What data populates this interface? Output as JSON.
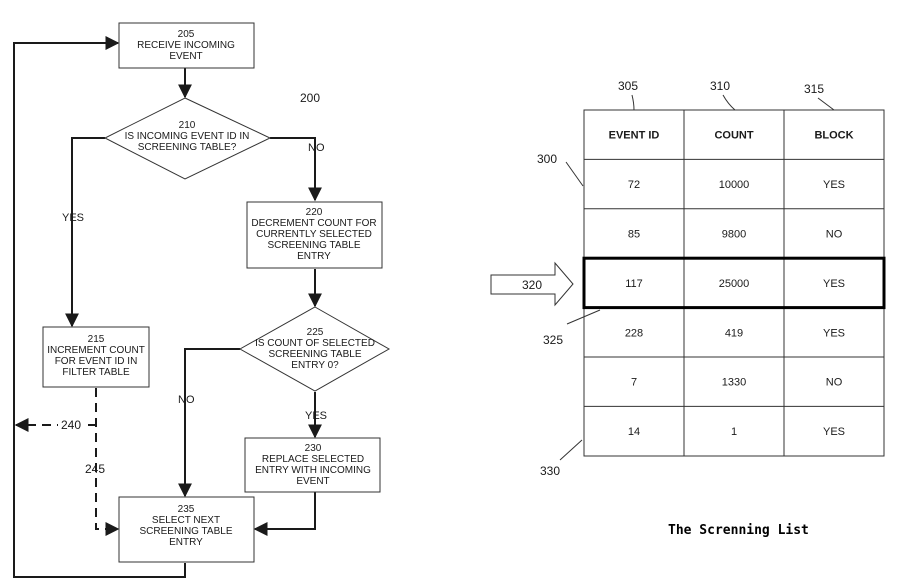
{
  "flowchart": {
    "figure_ref": "200",
    "nodes": {
      "n205": {
        "number": "205",
        "lines": [
          "RECEIVE INCOMING",
          "EVENT"
        ]
      },
      "n210": {
        "number": "210",
        "lines": [
          "IS INCOMING EVENT ID IN",
          "SCREENING TABLE?"
        ]
      },
      "n215": {
        "number": "215",
        "lines": [
          "INCREMENT COUNT",
          "FOR EVENT ID  IN",
          "FILTER TABLE"
        ]
      },
      "n220": {
        "number": "220",
        "lines": [
          "DECREMENT COUNT FOR",
          "CURRENTLY SELECTED",
          "SCREENING TABLE",
          "ENTRY"
        ]
      },
      "n225": {
        "number": "225",
        "lines": [
          "IS COUNT OF SELECTED",
          "SCREENING TABLE",
          "ENTRY 0?"
        ]
      },
      "n230": {
        "number": "230",
        "lines": [
          "REPLACE SELECTED",
          "ENTRY WITH INCOMING",
          "EVENT"
        ]
      },
      "n235": {
        "number": "235",
        "lines": [
          "SELECT NEXT",
          "SCREENING TABLE",
          "ENTRY"
        ]
      }
    },
    "edge_labels": {
      "yes_210": "YES",
      "no_210": "NO",
      "yes_225": "YES",
      "no_225": "NO",
      "ref_240": "240",
      "ref_245": "245"
    }
  },
  "table": {
    "refs": {
      "r305": "305",
      "r310": "310",
      "r315": "315",
      "r300": "300",
      "r320": "320",
      "r325": "325",
      "r330": "330"
    },
    "headers": [
      "EVENT ID",
      "COUNT",
      "BLOCK"
    ],
    "rows": [
      [
        "72",
        "10000",
        "YES"
      ],
      [
        "85",
        "9800",
        "NO"
      ],
      [
        "117",
        "25000",
        "YES"
      ],
      [
        "228",
        "419",
        "YES"
      ],
      [
        "7",
        "1330",
        "NO"
      ],
      [
        "14",
        "1",
        "YES"
      ]
    ],
    "highlighted_row": 2,
    "caption": "The Screnning List"
  }
}
